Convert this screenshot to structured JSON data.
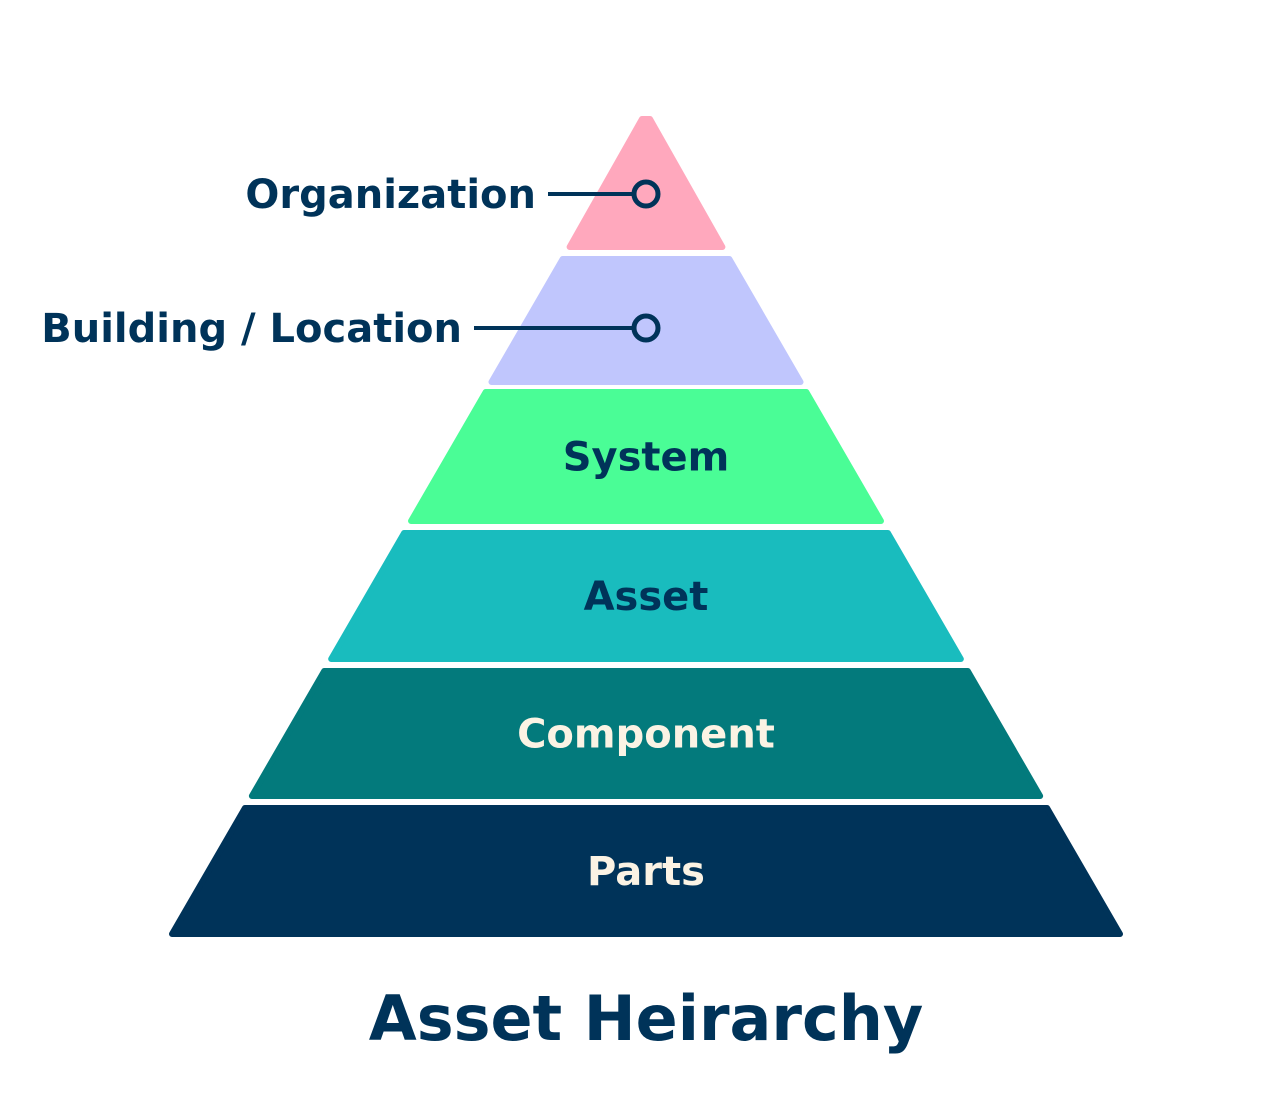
{
  "title": "Asset Heirarchy",
  "levels": [
    {
      "label": "Organization",
      "fill": "#ffa8bd",
      "text_color": "#003359",
      "callout": true
    },
    {
      "label": "Building / Location",
      "fill": "#c0c6fd",
      "text_color": "#003359",
      "callout": true
    },
    {
      "label": "System",
      "fill": "#4afd96",
      "text_color": "#003359",
      "callout": false
    },
    {
      "label": "Asset",
      "fill": "#19bcbe",
      "text_color": "#003359",
      "callout": false
    },
    {
      "label": "Component",
      "fill": "#037a7c",
      "text_color": "#fbf3e4",
      "callout": false
    },
    {
      "label": "Parts",
      "fill": "#003359",
      "text_color": "#fbf3e4",
      "callout": false
    }
  ],
  "colors": {
    "ink": "#003359"
  }
}
